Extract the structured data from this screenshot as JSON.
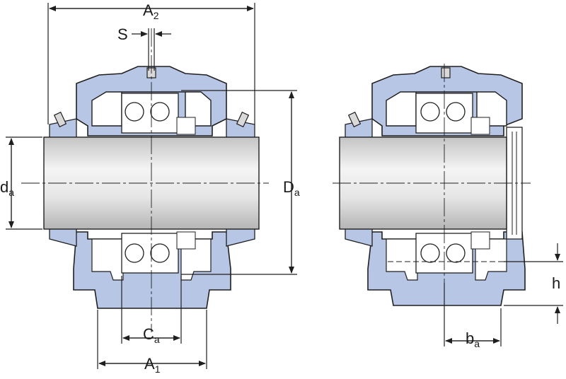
{
  "colors": {
    "housing": "#b8c6e6",
    "housing_stroke": "#1f1f1f",
    "shaft_light": "#f2f2f2",
    "shaft_dark": "#b9b9b9",
    "dim_line": "#1f1f1f"
  },
  "labels": {
    "a2": {
      "main": "A",
      "sub": "2"
    },
    "s": {
      "main": "S"
    },
    "da_left": {
      "main": "d",
      "sub": "a"
    },
    "da_right": {
      "main": "D",
      "sub": "a"
    },
    "ca": {
      "main": "C",
      "sub": "a"
    },
    "a1": {
      "main": "A",
      "sub": "1"
    },
    "ba": {
      "main": "b",
      "sub": "a"
    },
    "h": {
      "main": "h"
    }
  }
}
